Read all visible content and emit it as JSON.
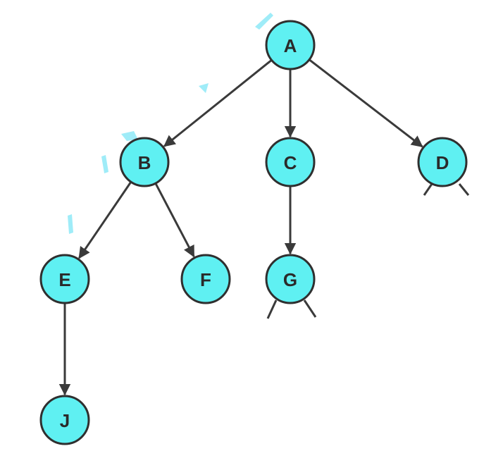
{
  "diagram": {
    "type": "tree",
    "colors": {
      "node_fill": "#5ff0f2",
      "node_stroke": "#2f2f2f",
      "edge": "#3a3a3a",
      "label": "#2a2a2a",
      "background": "#ffffff"
    },
    "nodes": [
      {
        "id": "A",
        "label": "A"
      },
      {
        "id": "B",
        "label": "B"
      },
      {
        "id": "C",
        "label": "C"
      },
      {
        "id": "D",
        "label": "D"
      },
      {
        "id": "E",
        "label": "E"
      },
      {
        "id": "F",
        "label": "F"
      },
      {
        "id": "G",
        "label": "G"
      },
      {
        "id": "J",
        "label": "J"
      }
    ],
    "edges": [
      {
        "from": "A",
        "to": "B"
      },
      {
        "from": "A",
        "to": "C"
      },
      {
        "from": "A",
        "to": "D"
      },
      {
        "from": "B",
        "to": "E"
      },
      {
        "from": "B",
        "to": "F"
      },
      {
        "from": "C",
        "to": "G"
      },
      {
        "from": "E",
        "to": "J"
      }
    ]
  }
}
